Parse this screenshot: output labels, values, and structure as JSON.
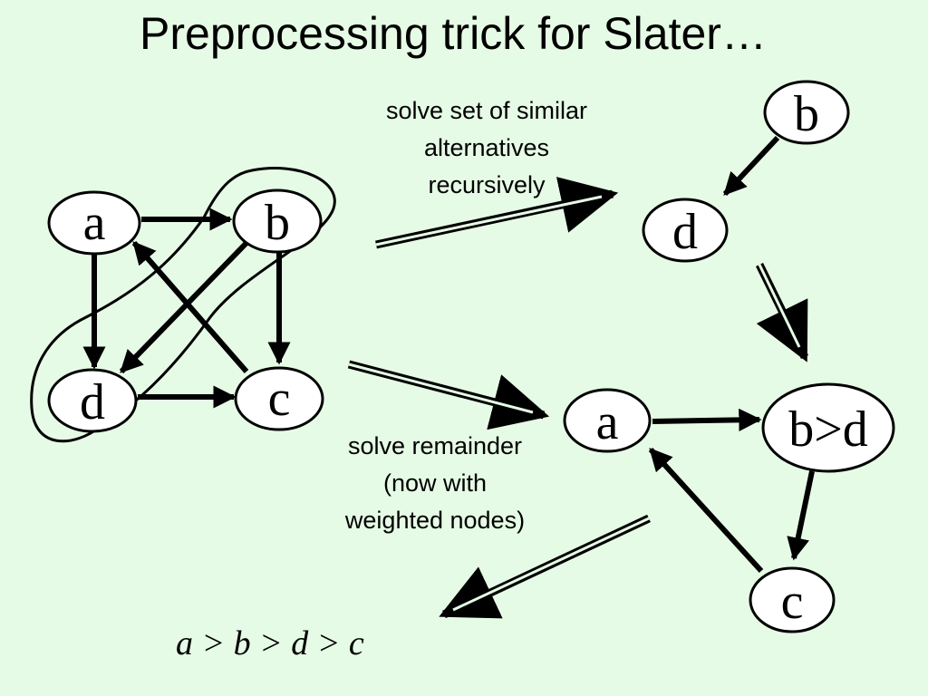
{
  "title": "Preprocessing trick for Slater…",
  "captions": {
    "top": "solve set of similar\nalternatives\nrecursively",
    "middle": "solve remainder\n(now with\nweighted nodes)"
  },
  "result": "a > b > d > c",
  "nodes": {
    "left_a": "a",
    "left_b": "b",
    "left_c": "c",
    "left_d": "d",
    "top_b": "b",
    "top_d": "d",
    "right_a": "a",
    "right_bd": "b>d",
    "right_c": "c"
  },
  "colors": {
    "background": "#e6fbe6",
    "node_fill": "#ffffff",
    "stroke": "#000000"
  }
}
